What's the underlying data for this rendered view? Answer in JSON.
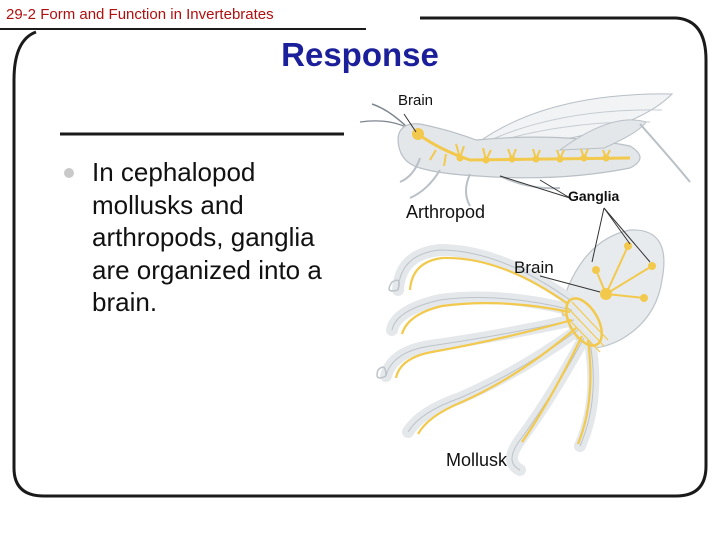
{
  "header": {
    "section_label": "29-2 Form and Function in Invertebrates"
  },
  "slide": {
    "title": "Response",
    "bullet": "In cephalopod mollusks and arthropods, ganglia are organized into a brain."
  },
  "figure": {
    "labels": {
      "brain_top": "Brain",
      "ganglia": "Ganglia",
      "arthropod": "Arthropod",
      "brain_mid": "Brain",
      "mollusk": "Mollusk"
    }
  },
  "colors": {
    "header_text": "#b01010",
    "title": "#1b1f9a",
    "frame": "#1a1a1a",
    "nerve": "#f2c94c",
    "body_fill": "#e6e9ec"
  }
}
